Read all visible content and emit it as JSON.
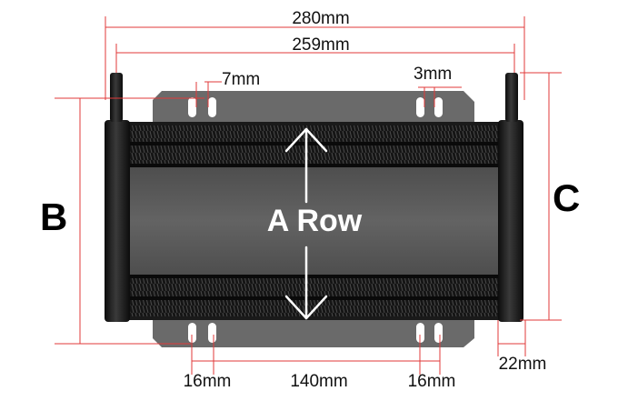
{
  "dimensions": {
    "overall_width": "280mm",
    "core_width": "259mm",
    "slot_width": "7mm",
    "slot_gap": "3mm",
    "left_mount_offset": "16mm",
    "mount_spacing": "140mm",
    "right_mount_offset": "16mm",
    "tank_width": "22mm"
  },
  "labels": {
    "height_left": "B",
    "height_right": "C",
    "center": "A Row"
  },
  "colors": {
    "dimension_line": "#e03a3a",
    "radiator_body": "#1c1c1c",
    "bracket": "#6a6a6a",
    "center_panel": "#5a5a5a",
    "text": "#111111"
  }
}
